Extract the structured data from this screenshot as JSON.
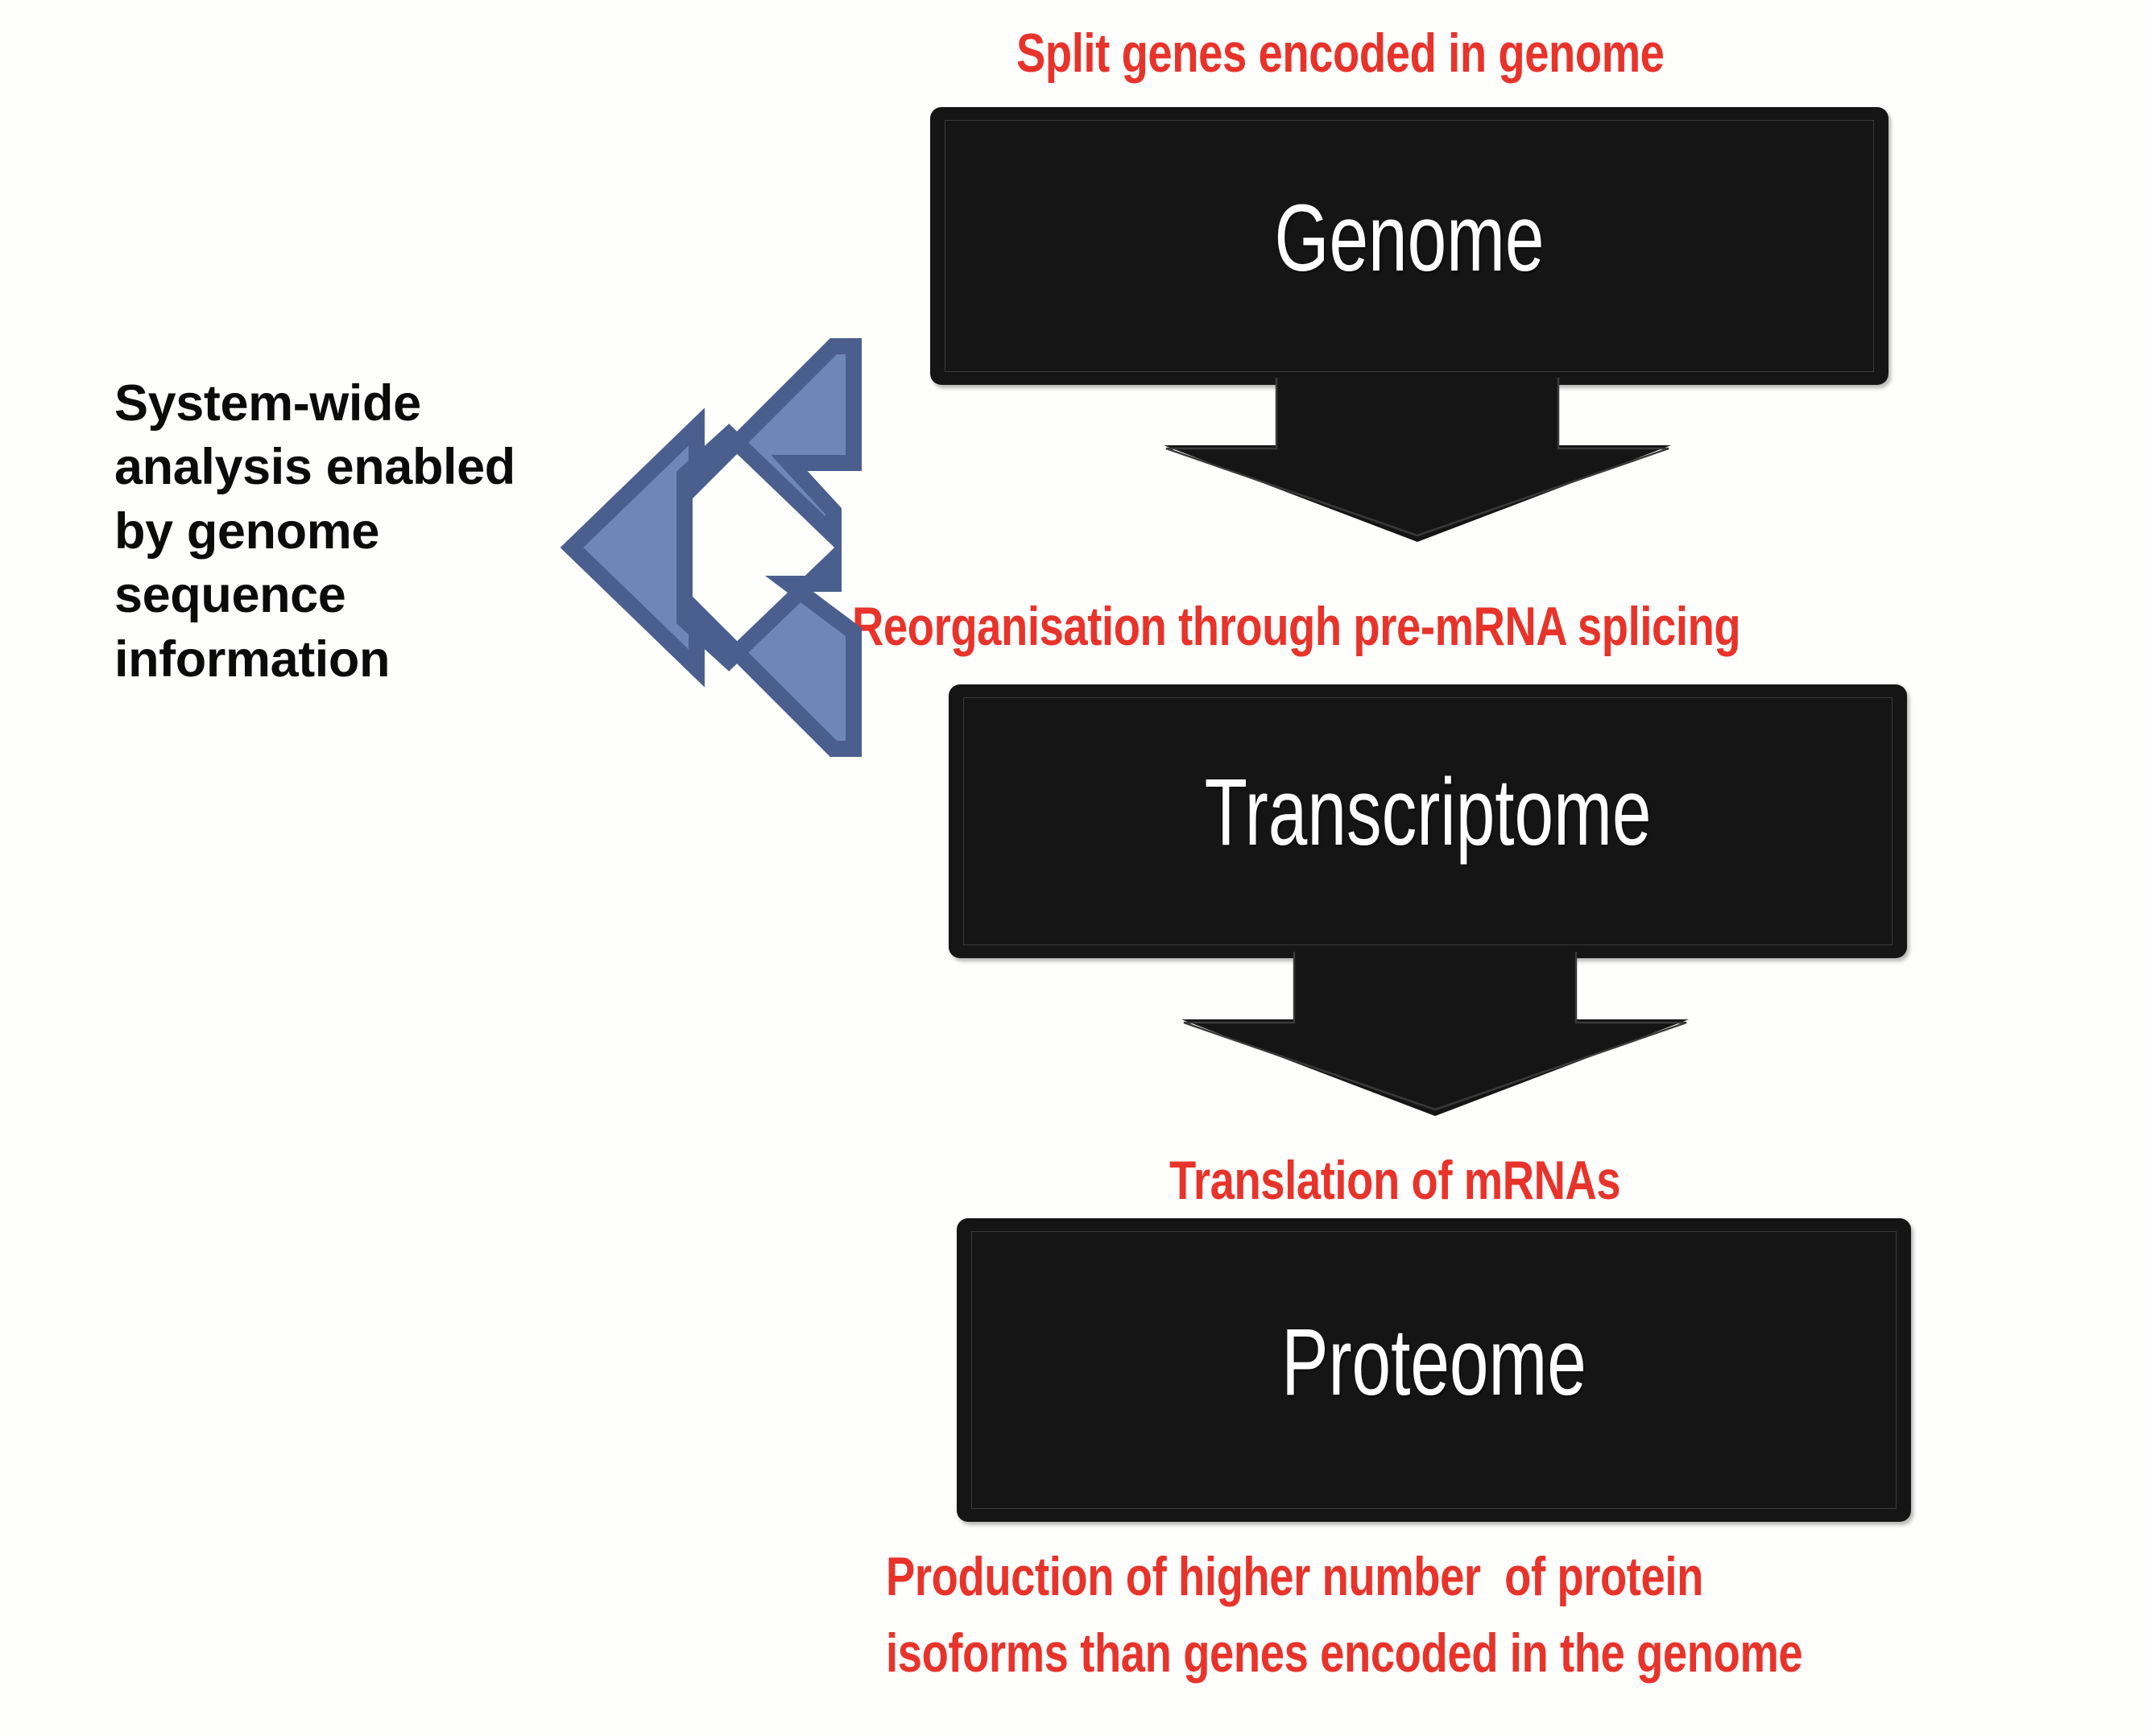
{
  "diagram": {
    "title": "Central dogma flow with splicing",
    "background_color": "#fefefd",
    "accent_red": "#e8332a",
    "box_fill": "#151515",
    "box_text_color": "#ffffff",
    "blue_fill": "#6e87b8",
    "blue_stroke": "#4a5f8e",
    "black_text_color": "#0b0b0b"
  },
  "labels": {
    "top_caption": "Split genes encoded in genome",
    "middle_caption": "Reorganisation through pre-mRNA splicing",
    "lower_caption": "Translation of mRNAs",
    "bottom_caption_line1": "Production of higher number  of protein",
    "bottom_caption_line2": "isoforms than genes encoded in the genome",
    "side_note": "System-wide\nanalysis enabled\nby genome\nsequence\ninformation"
  },
  "stages": [
    {
      "id": "genome",
      "label": "Genome"
    },
    {
      "id": "transcriptome",
      "label": "Transcriptome"
    },
    {
      "id": "proteome",
      "label": "Proteome"
    }
  ],
  "connectors": [
    {
      "id": "genome-to-transcriptome",
      "kind": "down-arrow",
      "color": "#151515"
    },
    {
      "id": "transcriptome-to-proteome",
      "kind": "down-arrow",
      "color": "#151515"
    },
    {
      "id": "system-wide-split-arrow",
      "kind": "split-arrow",
      "color": "#6e87b8"
    }
  ]
}
